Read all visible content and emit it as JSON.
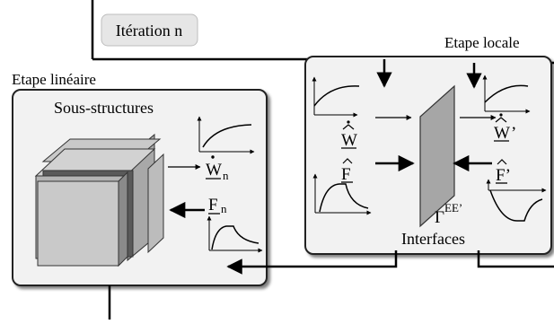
{
  "iteration": {
    "label": "Itération n"
  },
  "linear_stage": {
    "title": "Etape linéaire",
    "box_title": "Sous-structures",
    "w_label": "W",
    "w_sub": "n",
    "f_label": "F",
    "f_sub": "n"
  },
  "local_stage": {
    "title": "Etape locale",
    "w_hat": "W",
    "w_hat_prime": "W",
    "prime": "’",
    "f_hat": "F",
    "f_hat_prime": "F’",
    "gamma": "Γ",
    "gamma_sup": "EE’",
    "interfaces": "Interfaces"
  },
  "colors": {
    "panel_fill": "#f2f2f2",
    "panel_stroke": "#222222",
    "button_fill": "#e6e6e6",
    "cube_light": "#c9c9c9",
    "cube_mid": "#a8a8a8",
    "cube_dark": "#5a5a5a",
    "interface_fill": "#a6a6a6"
  }
}
